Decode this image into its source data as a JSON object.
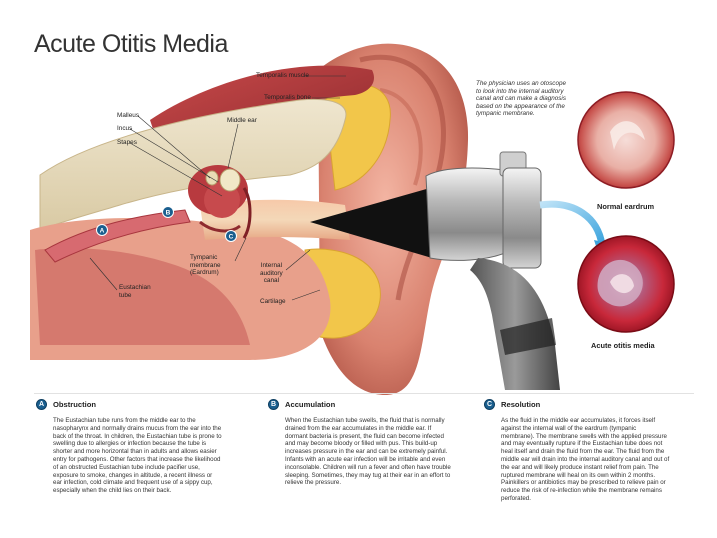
{
  "title": "Acute Otitis Media",
  "labels": {
    "temporalis_muscle": "Temporalis muscle",
    "temporalis_bone": "Temporalis bone",
    "malleus": "Malleus",
    "incus": "Incus",
    "stapes": "Stapes",
    "middle_ear": "Middle ear",
    "tympanic_membrane": "Tympanic\nmembrane\n(Eardrum)",
    "internal_auditory_canal": "Internal\nauditory\ncanal",
    "cartilage": "Cartilage",
    "eustachian_tube": "Eustachian\ntube"
  },
  "markers": {
    "a": "A",
    "b": "B",
    "c": "C"
  },
  "note": "The physician uses an otoscope to look into the internal auditory canal and can make a diagnosis based on the appearance of the tympanic membrane.",
  "insets": {
    "normal_caption": "Normal eardrum",
    "infected_caption": "Acute otitis media"
  },
  "sections": [
    {
      "letter": "A",
      "title": "Obstruction",
      "body": "The Eustachian tube runs from the middle ear to the nasopharynx and normally drains mucus from the ear into the back of the throat. In children, the Eustachian tube is prone to swelling due to allergies or infection because the tube is shorter and more horizontal than in adults and allows easier entry for pathogens. Other factors that increase the likelihood of an obstructed Eustachian tube include pacifier use, exposure to smoke, changes in altitude, a recent illness or ear infection, cold climate and frequent use of a sippy cup, especially when the child lies on their back."
    },
    {
      "letter": "B",
      "title": "Accumulation",
      "body": "When the Eustachian tube swells, the fluid that is normally drained from the ear accumulates in the middle ear. If dormant bacteria is present, the fluid can become infected and may become bloody or filled with pus. This build-up increases pressure in the ear and can be extremely painful. Infants with an acute ear infection will be irritable and even inconsolable. Children will run a fever and often have trouble sleeping. Sometimes, they may tug at their ear in an effort to relieve the pressure."
    },
    {
      "letter": "C",
      "title": "Resolution",
      "body": "As the fluid in the middle ear accumulates, it forces itself against the internal wall of the eardrum (tympanic membrane). The membrane swells with the applied pressure and may eventually rupture if the Eustachian tube does not heal itself and drain the fluid from the ear. The fluid from the middle ear will drain into the internal auditory canal and out of the ear and will likely produce instant relief from pain. The ruptured membrane will heal on its own within 2 months. Painkillers or antibiotics may be prescribed to relieve pain or reduce the risk of re-infection while the membrane remains perforated."
    }
  ]
}
